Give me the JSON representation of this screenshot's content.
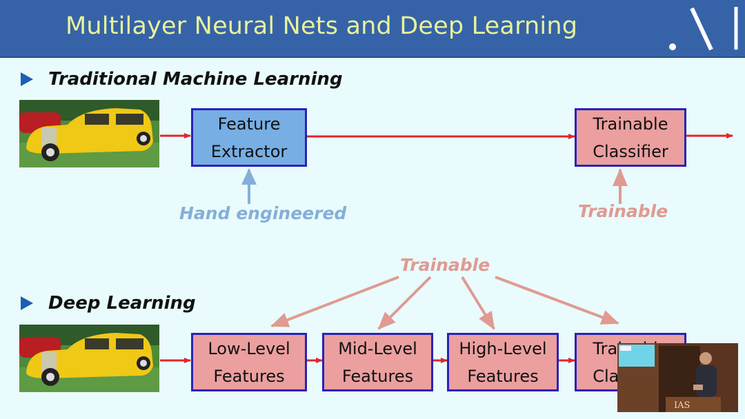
{
  "header": {
    "title": "Multilayer Neural Nets and Deep Learning"
  },
  "logo_text": ".\\|",
  "traditional": {
    "heading": "Traditional Machine Learning",
    "boxes": [
      {
        "line1": "Feature",
        "line2": "Extractor"
      },
      {
        "line1": "Trainable",
        "line2": "Classifier"
      }
    ],
    "annotation_hand": "Hand engineered",
    "annotation_trainable": "Trainable"
  },
  "deep": {
    "heading": "Deep Learning",
    "trainable_label": "Trainable",
    "boxes": [
      {
        "line1": "Low-Level",
        "line2": "Features"
      },
      {
        "line1": "Mid-Level",
        "line2": "Features"
      },
      {
        "line1": "High-Level",
        "line2": "Features"
      },
      {
        "line1": "Trainable",
        "line2": "Classifier"
      }
    ]
  },
  "video_overlay": {
    "podium_text": "IAS"
  },
  "colors": {
    "title_bar": "#3663a8",
    "title_text": "#e9f29a",
    "background": "#e9fbfc",
    "arrow_red": "#e0262b",
    "hand_engineered_blue": "#85afd8",
    "trainable_pink": "#e09a92",
    "box_border": "#2a22b8"
  }
}
